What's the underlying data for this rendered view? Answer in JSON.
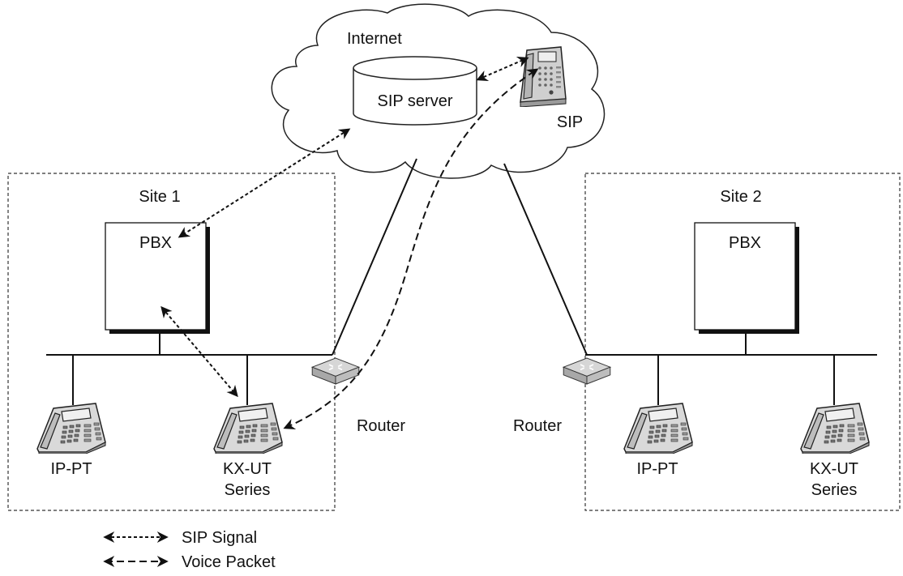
{
  "internet": {
    "label": "Internet"
  },
  "sip_server": {
    "label": "SIP server"
  },
  "sip_phone": {
    "label": "SIP"
  },
  "site1": {
    "label": "Site 1",
    "pbx_label": "PBX",
    "phone1_label": "IP-PT",
    "phone2_label_line1": "KX-UT",
    "phone2_label_line2": "Series"
  },
  "site2": {
    "label": "Site 2",
    "pbx_label": "PBX",
    "phone1_label": "IP-PT",
    "phone2_label_line1": "KX-UT",
    "phone2_label_line2": "Series"
  },
  "router_left": {
    "label": "Router"
  },
  "router_right": {
    "label": "Router"
  },
  "legend": {
    "sip_signal": "SIP Signal",
    "voice_packet": "Voice Packet"
  },
  "colors": {
    "line": "#111111",
    "router_fill": "#cfcfcf",
    "phone_fill": "#d9d9d9"
  },
  "icons": [
    "database-icon",
    "ip-phone-icon",
    "desk-phone-icon",
    "router-icon"
  ]
}
